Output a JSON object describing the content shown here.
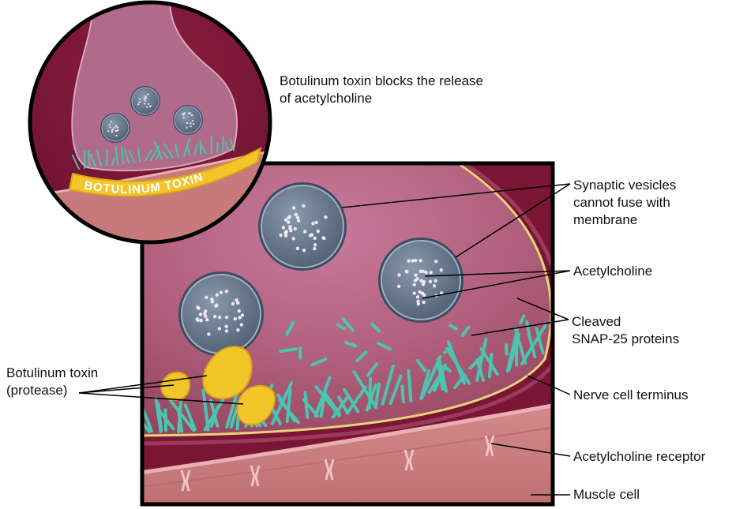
{
  "inset": {
    "caption_line1": "Botulinum toxin blocks the release",
    "caption_line2": "of acetylcholine",
    "toxin_band_text": "BOTULINUM TOXIN"
  },
  "labels": {
    "vesicles": [
      "Synaptic vesicles",
      "cannot fuse with",
      "membrane"
    ],
    "acetylcholine": "Acetylcholine",
    "snap25": [
      "Cleaved",
      "SNAP-25 proteins"
    ],
    "nerve_terminus": "Nerve cell terminus",
    "receptor": "Acetylcholine receptor",
    "muscle": "Muscle cell",
    "toxin": [
      "Botulinum toxin",
      "(protease)"
    ]
  },
  "colors": {
    "synaptic_cleft": "#7a1535",
    "nerve_terminal": "#b0607c",
    "muscle": "#c77a7c",
    "vesicle": "#5b6f85",
    "snare": "#4bc4b0",
    "toxin": "#f2c52b"
  }
}
